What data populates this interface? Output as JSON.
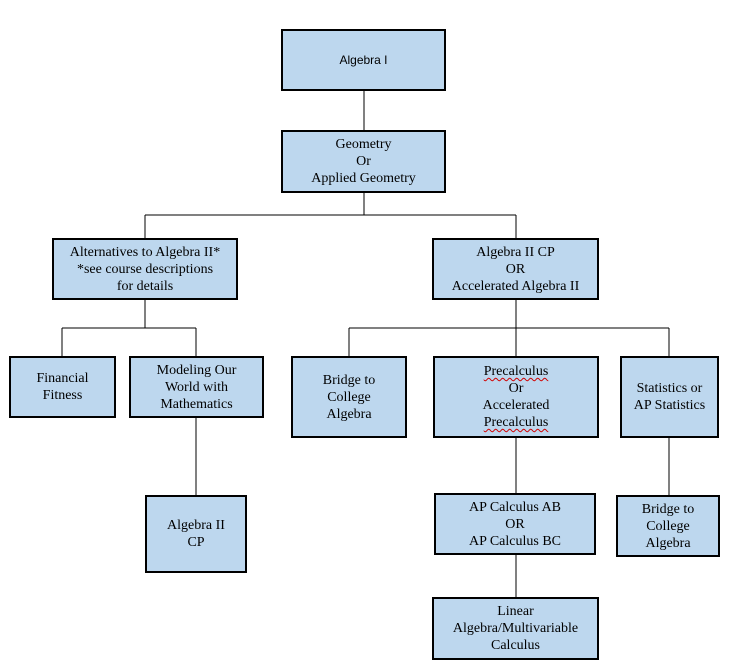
{
  "nodes": {
    "algebra1": {
      "lines": [
        "Algebra I"
      ]
    },
    "geometry": {
      "lines": [
        "Geometry",
        "Or",
        "Applied Geometry"
      ]
    },
    "alternatives": {
      "lines": [
        "Alternatives to Algebra II*",
        "*see course descriptions",
        "for details"
      ]
    },
    "algebra2cp": {
      "lines": [
        "Algebra II CP",
        "OR",
        "Accelerated Algebra II"
      ]
    },
    "financial": {
      "lines": [
        "Financial",
        "Fitness"
      ]
    },
    "modeling": {
      "lines": [
        "Modeling Our",
        "World with",
        "Mathematics"
      ]
    },
    "bridge1": {
      "lines": [
        "Bridge to",
        "College",
        "Algebra"
      ]
    },
    "precalc": {
      "lines": [
        "Precalculus",
        "Or",
        "Accelerated",
        "Precalculus"
      ]
    },
    "statistics": {
      "lines": [
        "Statistics or",
        "AP Statistics"
      ]
    },
    "algebra2cp_b": {
      "lines": [
        "Algebra II",
        "CP"
      ]
    },
    "apcalc": {
      "lines": [
        "AP Calculus AB",
        "OR",
        "AP Calculus BC"
      ]
    },
    "bridge2": {
      "lines": [
        "Bridge to",
        "College",
        "Algebra"
      ]
    },
    "linear": {
      "lines": [
        "Linear",
        "Algebra/Multivariable",
        "Calculus"
      ]
    }
  }
}
